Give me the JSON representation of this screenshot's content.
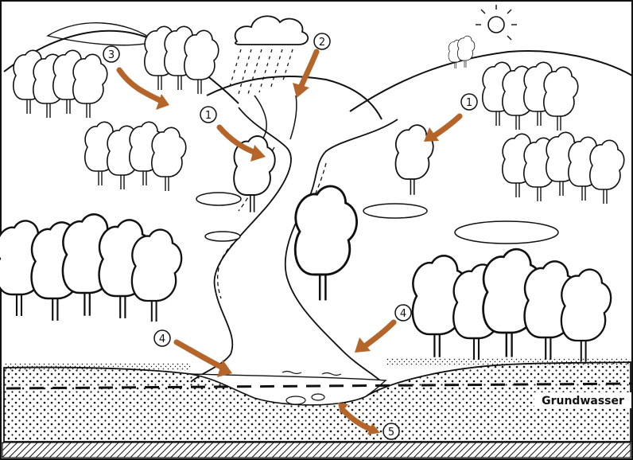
{
  "labels": {
    "groundwater": "Grundwasser"
  },
  "markers": [
    {
      "num": "1"
    },
    {
      "num": "1"
    },
    {
      "num": "2"
    },
    {
      "num": "3"
    },
    {
      "num": "4"
    },
    {
      "num": "4"
    },
    {
      "num": "5"
    }
  ],
  "colors": {
    "arrow": "#b5652a",
    "ink": "#111111",
    "paper": "#ffffff"
  }
}
